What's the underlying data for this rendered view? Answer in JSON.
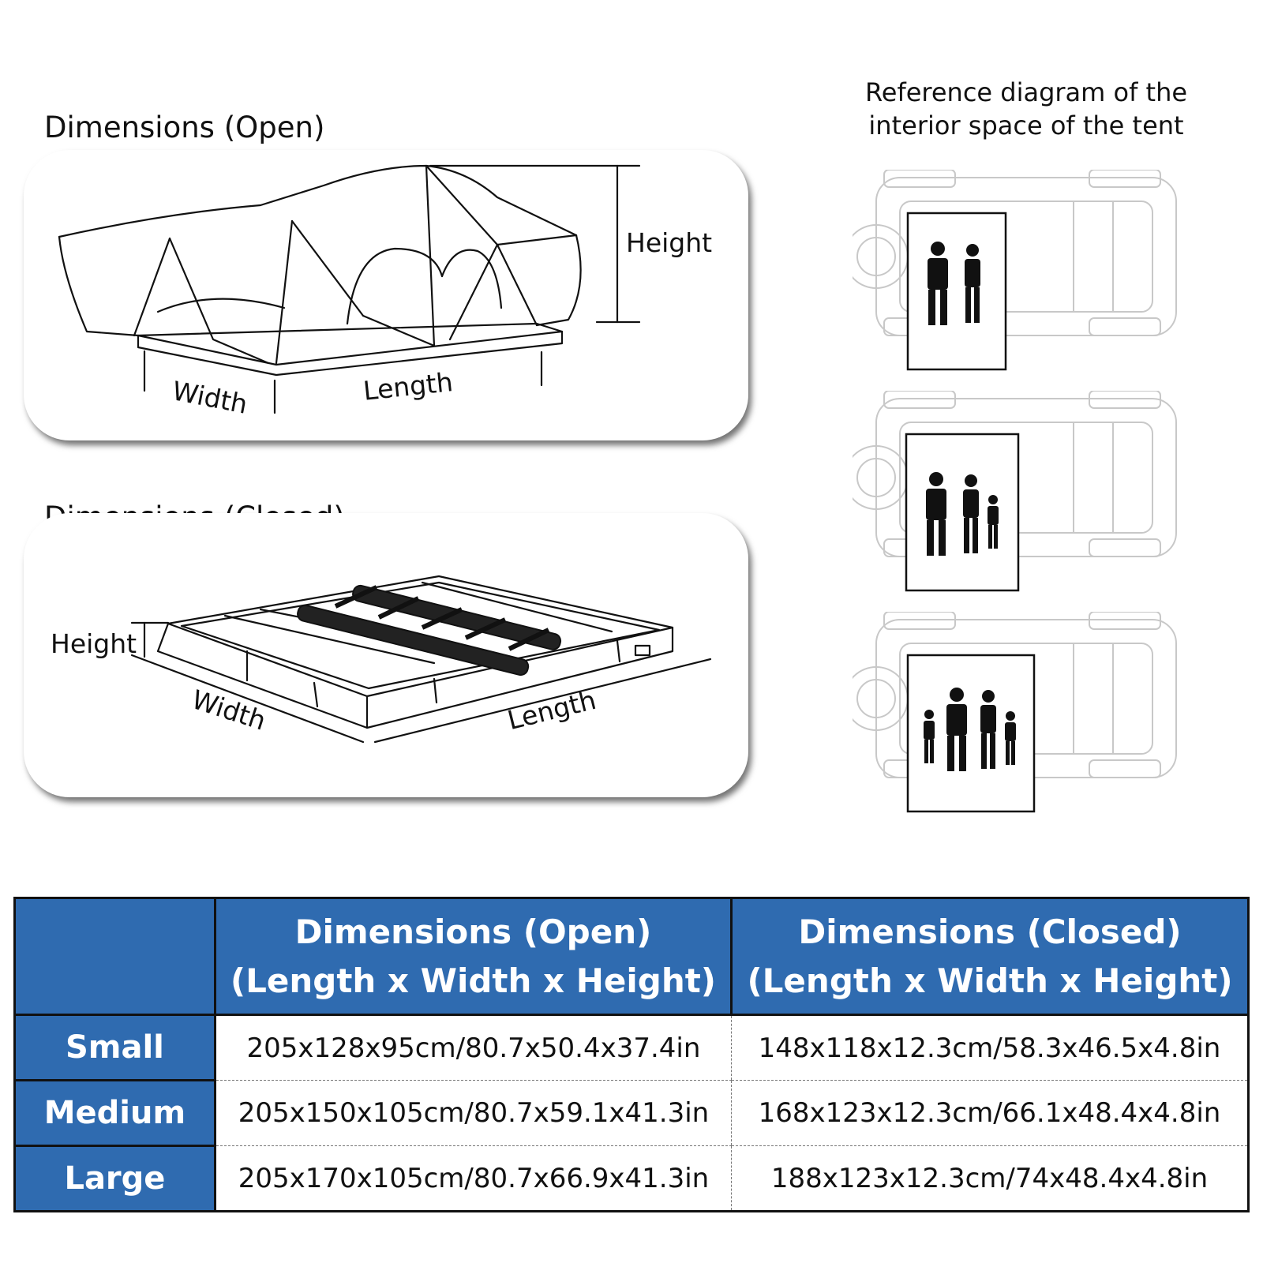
{
  "open_section": {
    "title": "Dimensions (Open)",
    "labels": {
      "height": "Height",
      "width": "Width",
      "length": "Length"
    }
  },
  "closed_section": {
    "title": "Dimensions (Closed)",
    "labels": {
      "height": "Height",
      "width": "Width",
      "length": "Length"
    }
  },
  "reference": {
    "title_line1": "Reference diagram of the",
    "title_line2": "interior space of the tent",
    "diagrams": [
      {
        "people": "2 adults"
      },
      {
        "people": "2 adults, 1 child"
      },
      {
        "people": "2 adults, 2 children"
      }
    ]
  },
  "table": {
    "header": {
      "corner": "",
      "open_line1": "Dimensions (Open)",
      "open_line2": "(Length x Width x Height)",
      "closed_line1": "Dimensions (Closed)",
      "closed_line2": "(Length x Width x Height)"
    },
    "rows": [
      {
        "size": "Small",
        "open": "205x128x95cm/80.7x50.4x37.4in",
        "closed": "148x118x12.3cm/58.3x46.5x4.8in"
      },
      {
        "size": "Medium",
        "open": "205x150x105cm/80.7x59.1x41.3in",
        "closed": "168x123x12.3cm/66.1x48.4x4.8in"
      },
      {
        "size": "Large",
        "open": "205x170x105cm/80.7x66.9x41.3in",
        "closed": "188x123x12.3cm/74x48.4x4.8in"
      }
    ]
  },
  "colors": {
    "header_blue": "#2f6bb0",
    "text": "#111111",
    "background": "#ffffff"
  }
}
